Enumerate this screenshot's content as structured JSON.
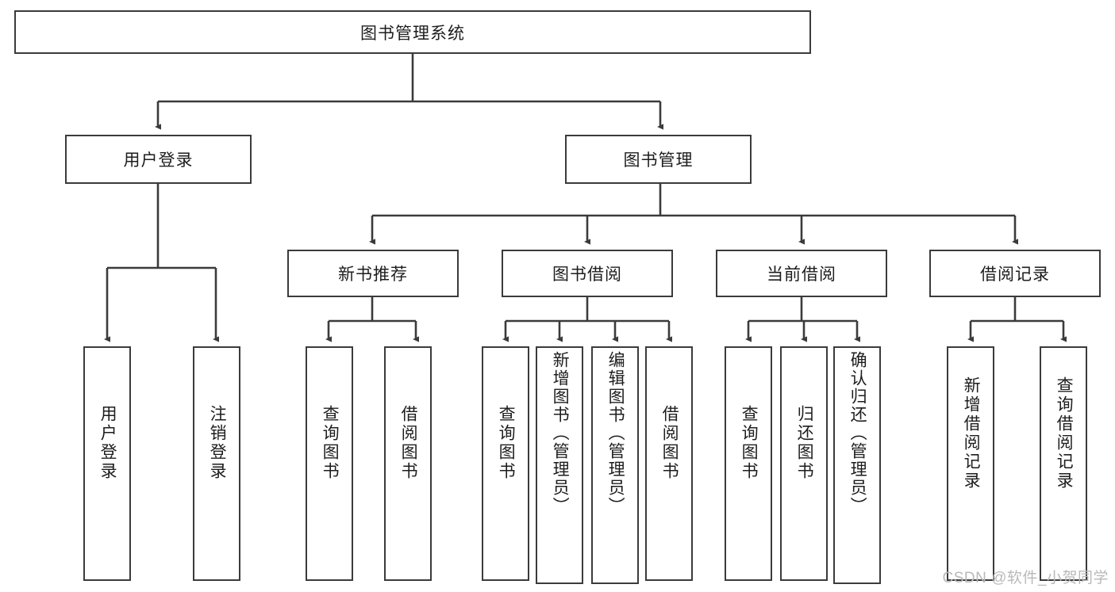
{
  "diagram": {
    "type": "tree",
    "title": "图书管理系统",
    "root": {
      "label": "图书管理系统"
    },
    "level2": [
      {
        "label": "用户登录"
      },
      {
        "label": "图书管理"
      }
    ],
    "level3": [
      {
        "label": "新书推荐"
      },
      {
        "label": "图书借阅"
      },
      {
        "label": "当前借阅"
      },
      {
        "label": "借阅记录"
      }
    ],
    "leaves": {
      "user_login": [
        {
          "label": "用户登录"
        },
        {
          "label": "注销登录"
        }
      ],
      "new_book_recommend": [
        {
          "label": "查询图书"
        },
        {
          "label": "借阅图书"
        }
      ],
      "book_borrow": [
        {
          "label": "查询图书"
        },
        {
          "label": "新增图书（管理员）"
        },
        {
          "label": "编辑图书（管理员）"
        },
        {
          "label": "借阅图书"
        }
      ],
      "current_borrow": [
        {
          "label": "查询图书"
        },
        {
          "label": "归还图书"
        },
        {
          "label": "确认归还（管理员）"
        }
      ],
      "borrow_record": [
        {
          "label": "新增借阅记录"
        },
        {
          "label": "查询借阅记录"
        }
      ]
    }
  },
  "watermark": {
    "text": "CSDN @软件_小贺同学"
  },
  "colors": {
    "border": "#3b3b3b",
    "text": "#1d1d1d",
    "background": "#ffffff",
    "watermark": "#b9b9b9"
  }
}
